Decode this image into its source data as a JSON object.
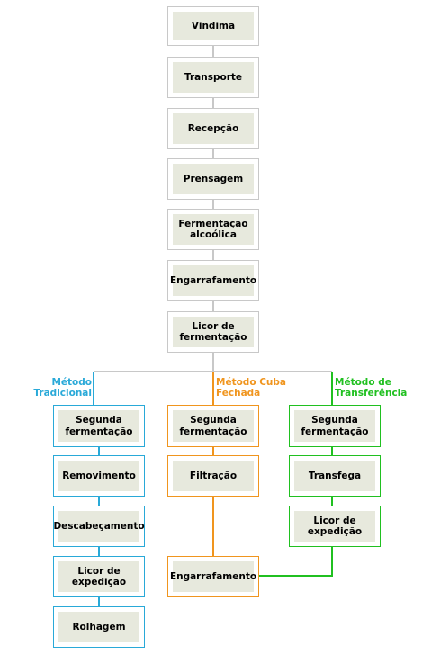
{
  "colors": {
    "main": "#c8c8c8",
    "tradicional": "#29a9d8",
    "cuba_fechada": "#f0951e",
    "transferencia": "#20c020",
    "box_fill": "#e7e9dd"
  },
  "main_steps": [
    "Vindima",
    "Transporte",
    "Recepção",
    "Prensagem",
    "Fermentação alcoólica",
    "Engarrafamento",
    "Licor de fermentação"
  ],
  "branches": {
    "tradicional": {
      "label_line1": "Método",
      "label_line2": "Tradicional",
      "steps": [
        "Segunda fermentação",
        "Removimento",
        "Descabeçamento",
        "Licor de expedição",
        "Rolhagem"
      ]
    },
    "cuba_fechada": {
      "label_line1": "Método Cuba",
      "label_line2": "Fechada",
      "steps": [
        "Segunda fermentação",
        "Filtração",
        "Engarrafamento"
      ]
    },
    "transferencia": {
      "label_line1": "Método de",
      "label_line2": "Transferência",
      "steps": [
        "Segunda fermentação",
        "Transfega",
        "Licor de expedição"
      ]
    }
  }
}
